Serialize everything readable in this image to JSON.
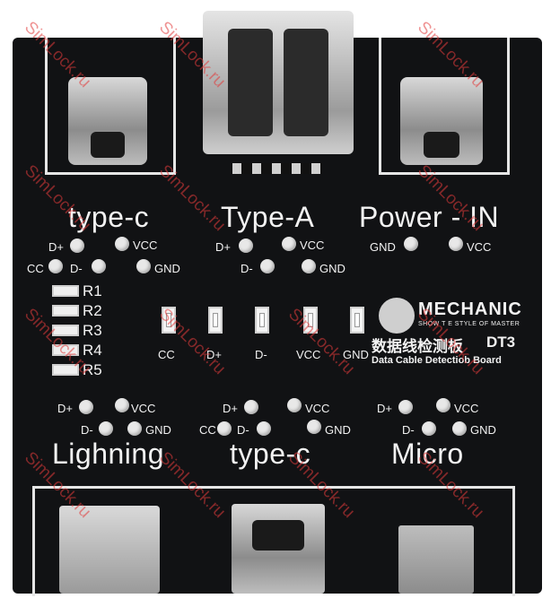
{
  "watermark": "SimLock.ru",
  "sections": {
    "top_left_title": "type-c",
    "top_mid_title": "Type-A",
    "top_right_title": "Power - IN",
    "bot_left_title": "Lighning",
    "bot_mid_title": "type-c",
    "bot_right_title": "Micro"
  },
  "pins": {
    "dplus": "D+",
    "dminus": "D-",
    "vcc": "VCC",
    "gnd": "GND",
    "cc": "CC"
  },
  "resistors": [
    "R1",
    "R2",
    "R3",
    "R4",
    "R5"
  ],
  "leds": [
    "CC",
    "D+",
    "D-",
    "VCC",
    "GND"
  ],
  "brand": {
    "name": "MECHANIC",
    "tagline": "SHOW T E STYLE OF MASTER",
    "cn_title": "数据线检测板",
    "model": "DT3",
    "subtitle": "Data Cable Detectiob Board"
  }
}
